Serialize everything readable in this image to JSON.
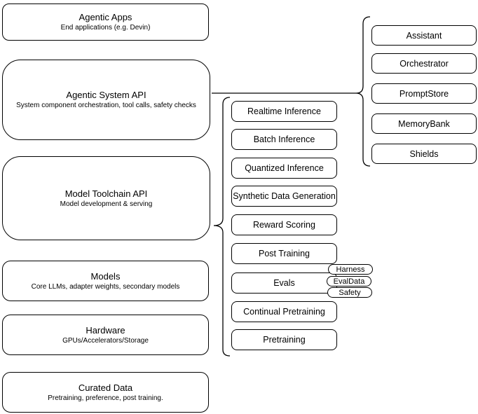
{
  "diagram": {
    "title": "Agentic system stack diagram",
    "colors": {
      "background": "#ffffff",
      "border": "#000000",
      "text": "#000000"
    },
    "left_column": [
      {
        "title": "Agentic Apps",
        "subtitle": "End applications (e.g. Devin)"
      },
      {
        "title": "Agentic System API",
        "subtitle": "System component orchestration, tool calls, safety checks"
      },
      {
        "title": "Model Toolchain API",
        "subtitle": "Model development & serving"
      },
      {
        "title": "Models",
        "subtitle": "Core LLMs, adapter weights, secondary models"
      },
      {
        "title": "Hardware",
        "subtitle": "GPUs/Accelerators/Storage"
      },
      {
        "title": "Curated Data",
        "subtitle": "Pretraining, preference, post training."
      }
    ],
    "toolchain_components": [
      {
        "label": "Realtime Inference"
      },
      {
        "label": "Batch Inference"
      },
      {
        "label": "Quantized Inference"
      },
      {
        "label": "Synthetic Data Generation"
      },
      {
        "label": "Reward Scoring"
      },
      {
        "label": "Post Training"
      },
      {
        "label": "Evals"
      },
      {
        "label": "Continual Pretraining"
      },
      {
        "label": "Pretraining"
      }
    ],
    "evals_tags": [
      {
        "label": "Harness"
      },
      {
        "label": "EvalData"
      },
      {
        "label": "Safety"
      }
    ],
    "system_components": [
      {
        "label": "Assistant"
      },
      {
        "label": "Orchestrator"
      },
      {
        "label": "PromptStore"
      },
      {
        "label": "MemoryBank"
      },
      {
        "label": "Shields"
      }
    ]
  }
}
